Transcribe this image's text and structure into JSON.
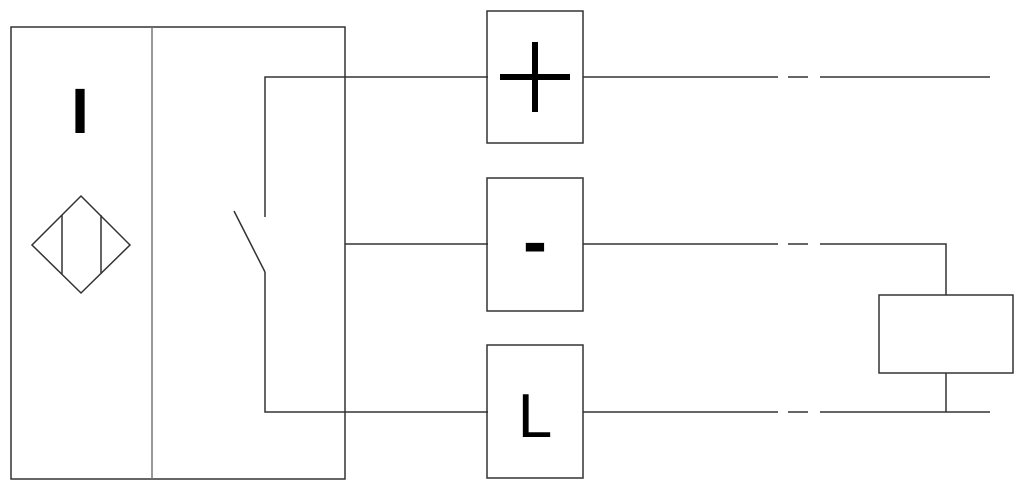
{
  "sensor": {
    "label": "I",
    "symbol": "inductive-sensor-diamond-icon"
  },
  "terminals": [
    {
      "id": "plus",
      "label": "+"
    },
    {
      "id": "minus",
      "label": "-"
    },
    {
      "id": "load",
      "label": "L"
    }
  ],
  "line_color": "#333333"
}
